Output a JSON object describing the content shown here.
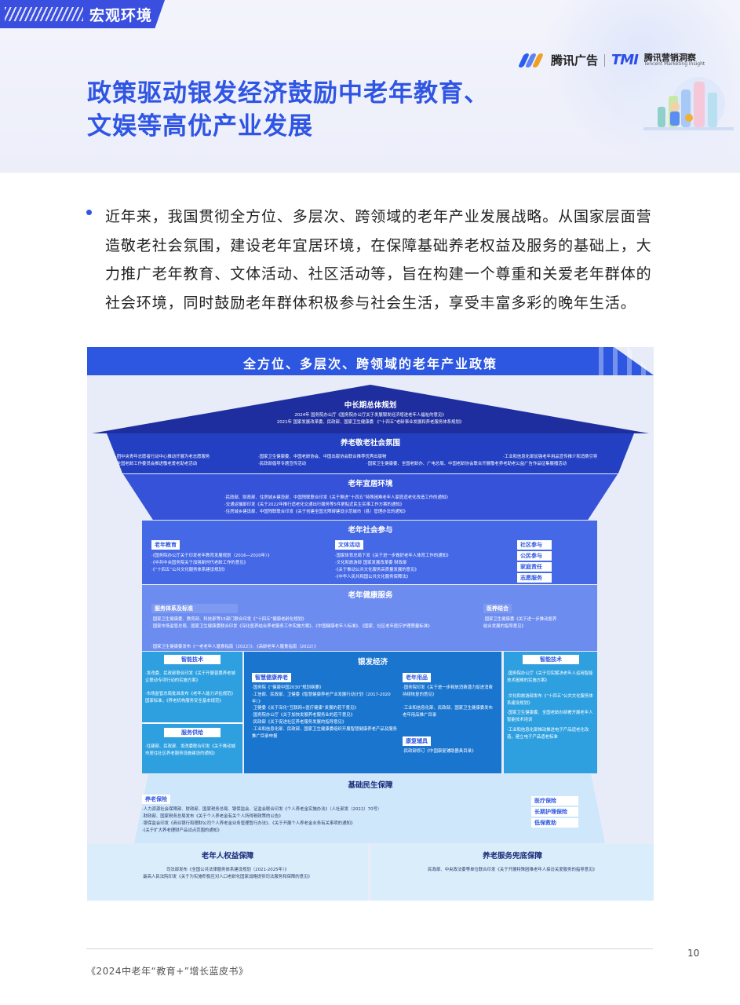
{
  "header": {
    "section_label": "宏观环境",
    "title_line1": "政策驱动银发经济鼓励中老年教育、",
    "title_line2": "文娱等高优产业发展",
    "logo_tencent": "腾讯广告",
    "logo_tmi": "TMI",
    "logo_tmi_cn": "腾讯营销洞察",
    "logo_tmi_en": "Tencent Marketing Insight"
  },
  "intro": "近年来，我国贯彻全方位、多层次、跨领域的老年产业发展战略。从国家层面营造敬老社会氛围，建设老年宜居环境，在保障基础养老权益及服务的基础上，大力推广老年教育、文体活动、社区活动等，旨在构建一个尊重和关爱老年群体的社会环境，同时鼓励老年群体积极参与社会生活，享受丰富多彩的晚年生活。",
  "diagram": {
    "title": "全方位、多层次、跨领域的老年产业政策",
    "roof": {
      "title": "中长期总体规划",
      "lines": [
        "2024年 国务院办公厅《国务院办公厅关于发展银发经济增进老年人福祉的意见》",
        "2021年 国家发展改革委、民政部、国家卫生健康委 《“十四五”老龄事业发展和养老服务体系规划》"
      ]
    },
    "band2": {
      "title": "养老敬老社会氛围",
      "col1": [
        "·团中央青年志愿者行动中心推动开展为老志愿服务",
        "·全国老龄工作委员会推进敬老爱老助老活动"
      ],
      "col2": [
        "·国家卫生健康委、中国老龄协会、中国出版协会联合推荐优秀出版物",
        "·民政部倡导专题宣传活动"
      ],
      "col3": [
        "·工业和信息化部加强老年用品宣传推介和消费引导",
        "·国家卫生健康委、全国老龄办、广电总局、中国老龄协会联合开展敬老养老助老公益广告作品征集展播活动"
      ]
    },
    "band3": {
      "title": "老年宜居环境",
      "lines": [
        "·民政部、财政部、住房城乡建设部、中国残联联合印发《关于推进“十四五”特殊困难老年人家庭适老化改造工作的通知》",
        "·交通运输部印发《关于2022年推行适老化交通出行服务等5件更贴近民生实事工作方案的通知》",
        "·住房城乡建设部、中国残联联合印发《关于创建全国无障碍建设示范城市（县）管理办法的通知》"
      ]
    },
    "band4": {
      "title": "老年社会参与",
      "edu_tag": "老年教育",
      "edu": [
        "·《国务院办公厅关于印发老年教育发展规划（2016—2020年）》",
        "·《中共中央国务院关于加强新时代老龄工作的意见》",
        "·《“十四五”公共文化服务体系建设规划》"
      ],
      "culture_tag": "文体活动",
      "culture": [
        "·国家体育总局下发《关于进一步做好老年人体育工作的通知》",
        "·文化和旅游部 国家发展改革委 财政部",
        "·《关于推动公共文化服务高质量发展的意见》",
        "·《中华人民共和国公共文化服务保障法》"
      ],
      "right_tags": [
        "社区参与",
        "公民参与",
        "家庭责任",
        "志愿服务"
      ]
    },
    "band5": {
      "title": "老年健康服务",
      "left_tag": "服务体系及标准",
      "left": [
        "·国家卫生健康委、教育部、科技部等15部门联合印发《“十四五”健康老龄化规划》",
        "·国家市场监管总局、国家卫生健康委联合印发《深化医养结合养老服务工作实施方案》、《中国健康老年人标准》、《国家、社区老年医疗护理质量标准》",
        "·国家卫生健康委发布《一老老年人膳食指南（2022）》、《高龄老年人膳食指南（2022）》"
      ],
      "right_tag": "医养结合",
      "right": [
        "·国家卫生健康委《关于进一步推动医养",
        "结合发展的指导意见》"
      ]
    },
    "left_col": {
      "title1": "智能技术",
      "lines1": [
        "·发改委、民政部联合印发《关于开展普惠养老城企联动专项行动的实施方案》",
        "·市场监管总局批准发布《老年人能力评估规范》国家标准，《养老机构服务安全基本规范》"
      ],
      "title2": "服务供给",
      "lines2": [
        "·住建部、民政部、发改委联合印发《关于推动城市居住社区养老服务设施建设的通知》"
      ]
    },
    "mid_col": {
      "title": "银发经济",
      "smart_tag": "智慧健康养老",
      "smart": [
        "·国务院《“健康中国2030”规划纲要》",
        "·工信部、民政部、卫健委《智慧健康养老产业发展行动计划（2017-2020年）》",
        "·卫健委《关于深化“互联网+医疗健康”发展的若干意见》",
        "·国务院办公厅《关于加快发展养老服务业的若干意见》",
        "·民政部《关于促进社区养老服务发展的指导意见》",
        "·工业和信息化部、民政部、国家卫生健康委组织开展智慧健康养老产品及服务推广目录申报"
      ],
      "goods_tag": "老年用品",
      "goods": [
        "·国务院印发《关于进一步释放消费潜力促进消费持续恢复的意见》",
        "·工业和信息化部、民政部、国家卫生健康委发布老年用品推广目录"
      ],
      "rehab_tag": "康复辅具",
      "rehab": [
        "·民政部修订《中国康复辅助器具目录》"
      ]
    },
    "right_col": {
      "title": "智能技术",
      "lines": [
        "·国务院办公厅《关于切实解决老年人运用智能技术困难的实施方案》",
        "·文化和旅游部发布《“十四五”公共文化服务体系建设规划》",
        "·国家卫生健康委、全国老龄办部署开展老年人智能技术培训",
        "·工业和信息化部推动推进电子产品适老化改造，建立电子产品适老标准"
      ]
    },
    "base1": {
      "title": "基础民生保障",
      "pension_tag": "养老保险",
      "pension": [
        "·人力资源社会保障部、财政部、国家税务总局、银保监会、证监会联合印发《个人养老金实施办法》（人社部发〔2022〕70号）",
        "·财政部、国家税务总局发布《关于个人养老金有关个人所得税政策的公告》",
        "·银保监会印发《商业银行和理财公司个人养老金业务管理暂行办法》、《关于开展个人养老金业务有关事项的通知》",
        "·《关于扩大养老理财产品试点范围的通知》"
      ],
      "right_tags": [
        "医疗保险",
        "长期护理保险",
        "低保救助"
      ]
    },
    "base2": {
      "left_title": "老年人权益保障",
      "left": [
        "司法部发布《全国公共法律服务体系建设规划（2021-2025年）》",
        "最高人民法院印发《关于为实施积极应对人口老龄化国家战略提供司法服务和保障的意见》"
      ],
      "right_title": "养老服务兜底保障",
      "right": [
        "民政部、中央政法委等单位联合印发《关于开展特殊困难老年人探访关爱服务的指导意见》"
      ]
    }
  },
  "footer": {
    "page_number": "10",
    "book_title": "《2024中老年“教育+”增长蓝皮书》"
  }
}
